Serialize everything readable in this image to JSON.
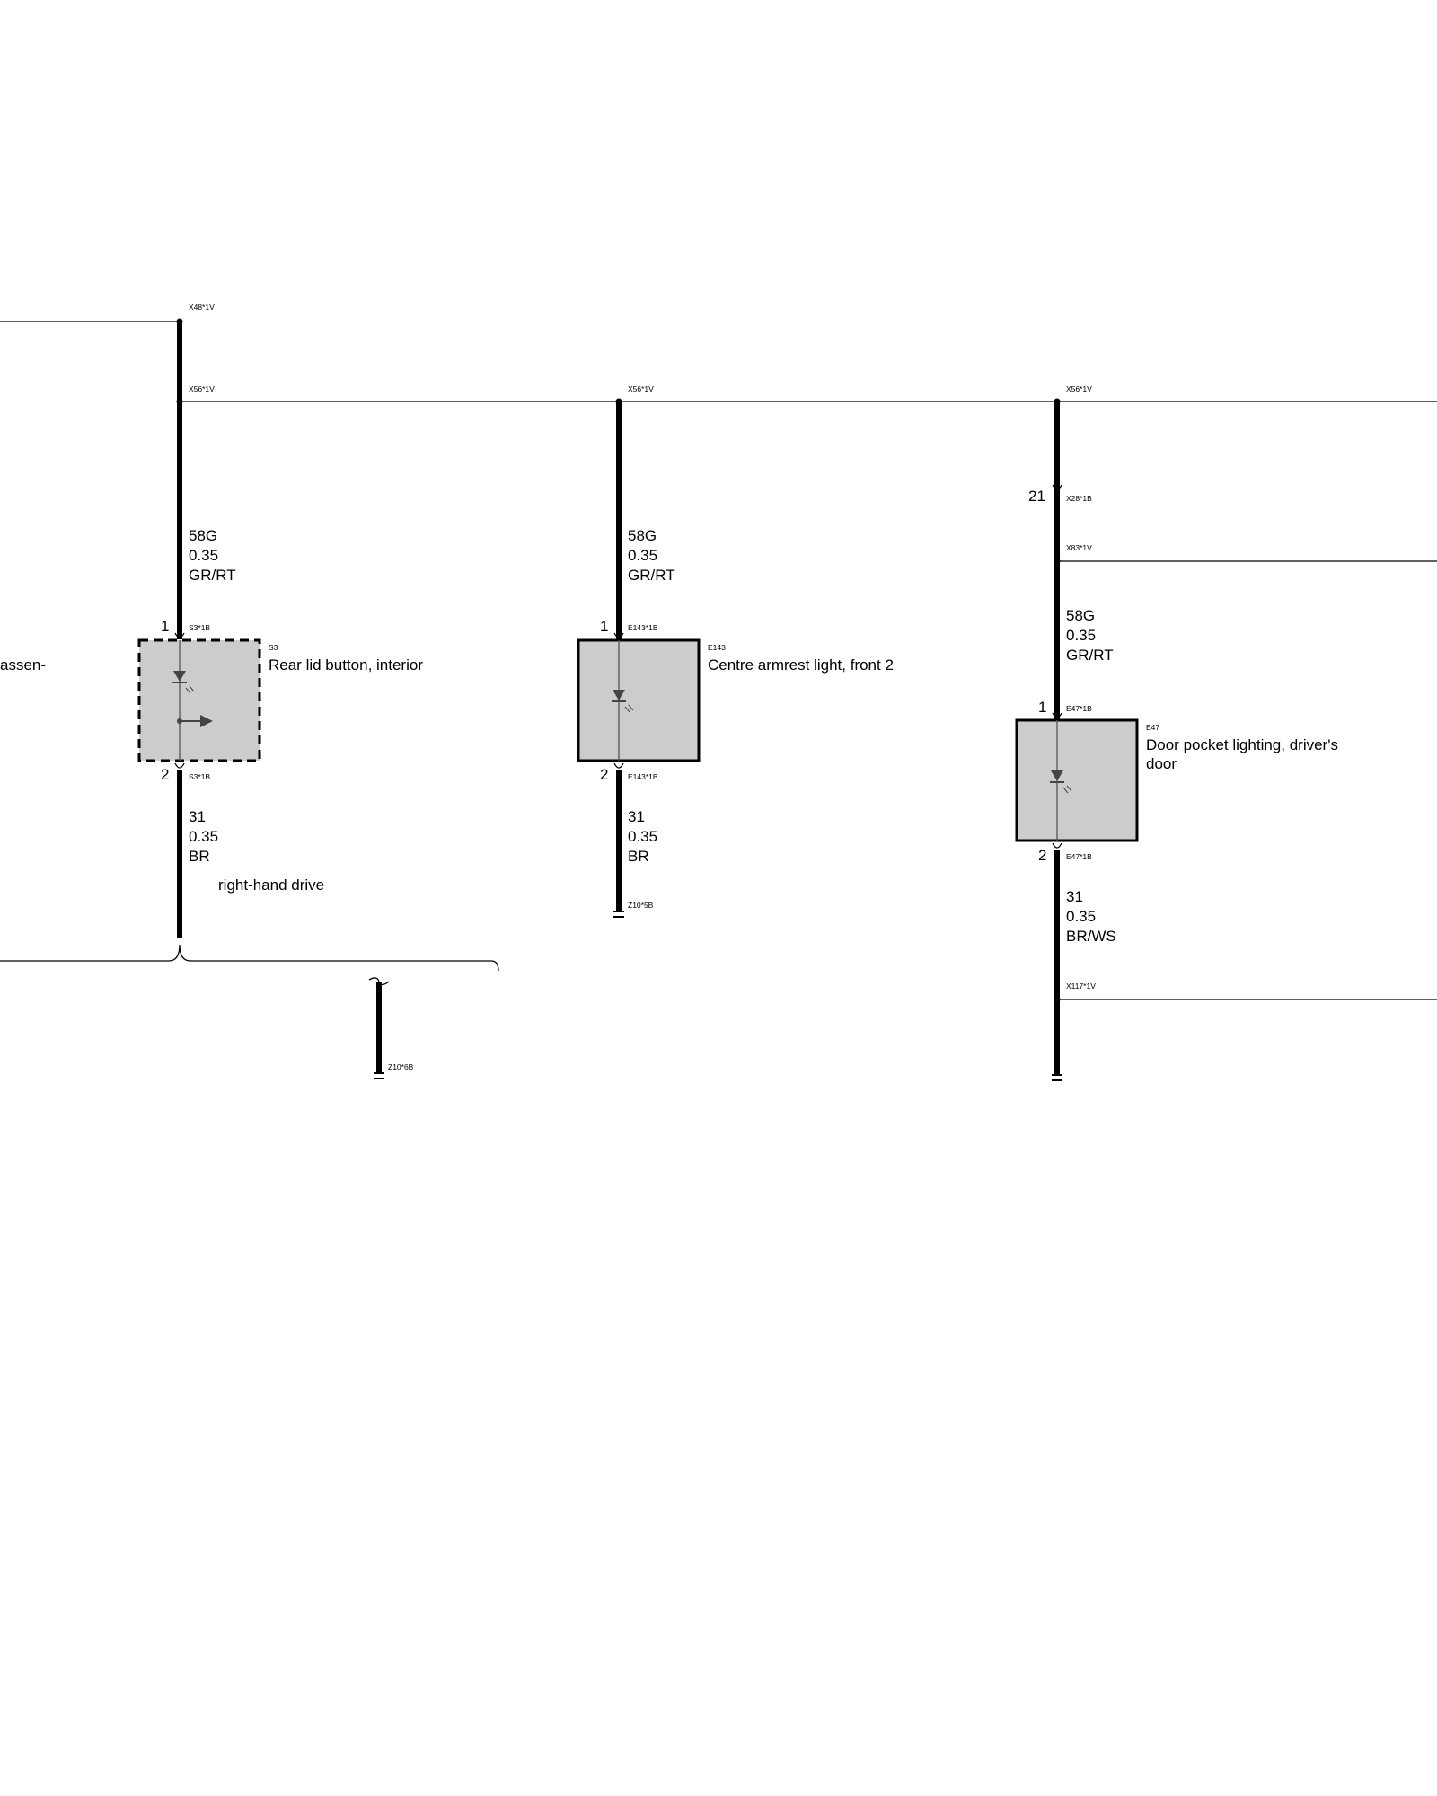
{
  "connectors": {
    "x48": "X48*1V",
    "x56_a": "X56*1V",
    "x56_b": "X56*1V",
    "x56_c": "X56*1V",
    "x28": "X28*1B",
    "x83": "X83*1V",
    "x117": "X117*1V",
    "s3_pin1": "S3*1B",
    "s3_pin2": "S3*1B",
    "e143_pin1": "E143*1B",
    "e143_pin2": "E143*1B",
    "e47_pin1": "E47*1B",
    "e47_pin2": "E47*1B",
    "z10_5b": "Z10*5B",
    "z10_6b": "Z10*6B"
  },
  "pins": {
    "s3_1": "1",
    "s3_2": "2",
    "e143_1": "1",
    "e143_2": "2",
    "e47_1": "1",
    "e47_2": "2",
    "x28_pin": "21"
  },
  "components": {
    "s3": {
      "id": "S3",
      "name": "Rear lid button, interior"
    },
    "e143": {
      "id": "E143",
      "name": "Centre armrest light, front 2"
    },
    "e47": {
      "id": "E47",
      "name_line1": "Door pocket lighting, driver's",
      "name_line2": "door"
    }
  },
  "wires": {
    "w1_top": {
      "signal": "58G",
      "size": "0.35",
      "color": "GR/RT"
    },
    "w1_bottom": {
      "signal": "31",
      "size": "0.35",
      "color": "BR"
    },
    "w2_top": {
      "signal": "58G",
      "size": "0.35",
      "color": "GR/RT"
    },
    "w2_bottom": {
      "signal": "31",
      "size": "0.35",
      "color": "BR"
    },
    "w3_top": {
      "signal": "58G",
      "size": "0.35",
      "color": "GR/RT"
    },
    "w3_bottom": {
      "signal": "31",
      "size": "0.35",
      "color": "BR/WS"
    }
  },
  "notes": {
    "variant": "right-hand drive",
    "cut_text": "assen-"
  }
}
